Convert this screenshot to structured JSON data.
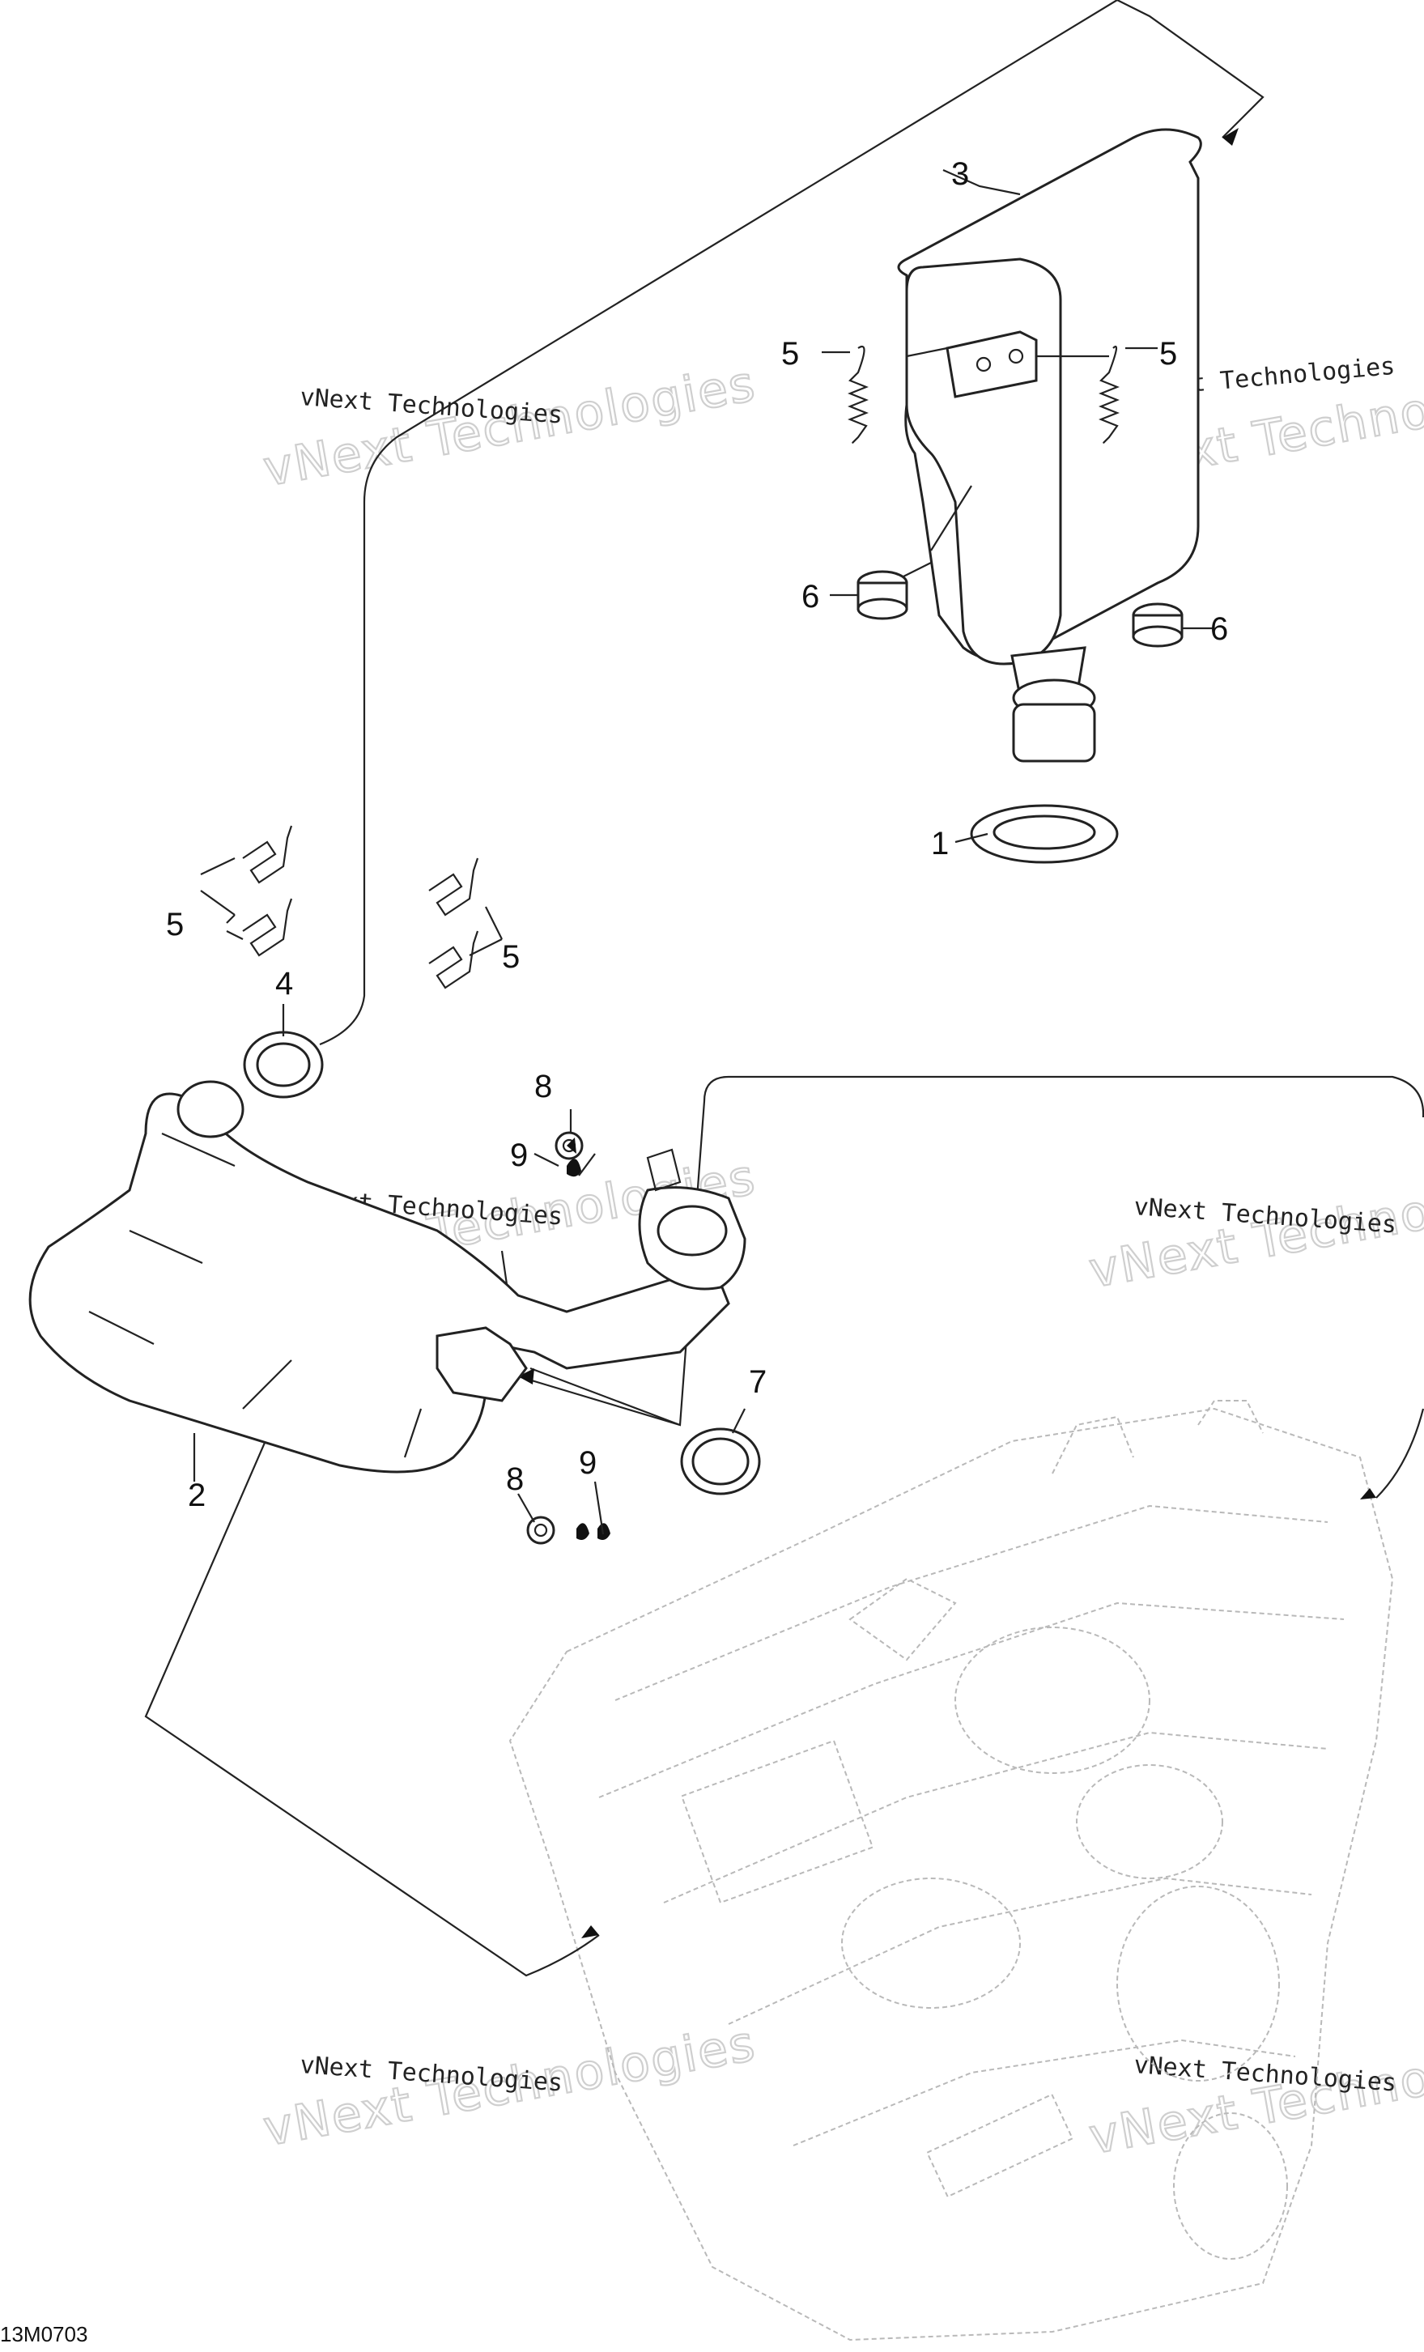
{
  "diagram": {
    "reference_code": "13M0703",
    "watermark_small": "vNext Technologies",
    "watermark_big": "vNext Technologies",
    "callouts": [
      {
        "id": "1",
        "label": "1"
      },
      {
        "id": "2",
        "label": "2"
      },
      {
        "id": "3",
        "label": "3"
      },
      {
        "id": "4",
        "label": "4"
      },
      {
        "id": "5a",
        "label": "5"
      },
      {
        "id": "5b",
        "label": "5"
      },
      {
        "id": "5c",
        "label": "5"
      },
      {
        "id": "5d",
        "label": "5"
      },
      {
        "id": "6a",
        "label": "6"
      },
      {
        "id": "6b",
        "label": "6"
      },
      {
        "id": "7",
        "label": "7"
      },
      {
        "id": "8a",
        "label": "8"
      },
      {
        "id": "8b",
        "label": "8"
      },
      {
        "id": "9a",
        "label": "9"
      },
      {
        "id": "9b",
        "label": "9"
      }
    ],
    "icons": [
      "muffler-icon",
      "exhaust-pipe-icon",
      "spring-icon",
      "gasket-icon",
      "rubber-bumper-icon",
      "nut-icon",
      "washer-icon",
      "engine-outline-icon"
    ]
  }
}
